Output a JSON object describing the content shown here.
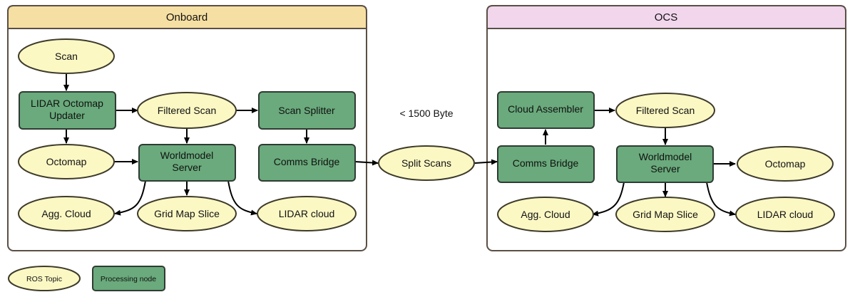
{
  "panels": {
    "onboard": {
      "title": "Onboard",
      "header_color": "#f6dfa3"
    },
    "ocs": {
      "title": "OCS",
      "header_color": "#f1d6ec"
    }
  },
  "onboard": {
    "scan": "Scan",
    "lidar_octomap_updater": [
      "LIDAR Octomap",
      "Updater"
    ],
    "filtered_scan": "Filtered Scan",
    "scan_splitter": "Scan Splitter",
    "octomap": "Octomap",
    "worldmodel_server": [
      "Worldmodel",
      "Server"
    ],
    "comms_bridge": "Comms Bridge",
    "agg_cloud": "Agg. Cloud",
    "grid_map_slice": "Grid Map Slice",
    "lidar_cloud": "LIDAR cloud"
  },
  "link": {
    "split_scans": "Split Scans",
    "bandwidth_note": "< 1500 Byte"
  },
  "ocs": {
    "cloud_assembler": "Cloud Assembler",
    "filtered_scan": "Filtered Scan",
    "comms_bridge": "Comms Bridge",
    "worldmodel_server": [
      "Worldmodel",
      "Server"
    ],
    "octomap": "Octomap",
    "agg_cloud": "Agg. Cloud",
    "grid_map_slice": "Grid Map Slice",
    "lidar_cloud": "LIDAR cloud"
  },
  "legend": {
    "topic": "ROS Topic",
    "node": "Processing node"
  },
  "colors": {
    "topic_fill": "#fbf8c4",
    "node_fill": "#6aaa7c"
  }
}
